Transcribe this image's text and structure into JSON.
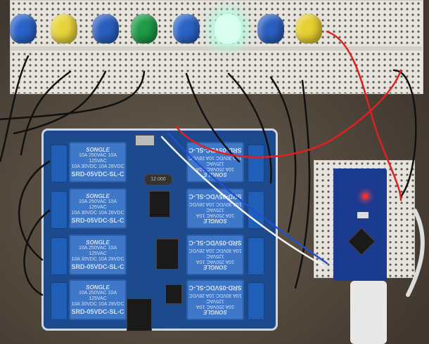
{
  "relay": {
    "brand": "SONGLE",
    "rating1": "10A 250VAC  10A 125VAC",
    "rating2": "10A 30VDC  10A 28VDC",
    "model": "SRD-05VDC-SL-C"
  },
  "crystal_label": "12.000",
  "leds": [
    {
      "color": "#2a63c8"
    },
    {
      "color": "#e8d43a"
    },
    {
      "color": "#2a5fc0"
    },
    {
      "color": "#1f9a45"
    },
    {
      "color": "#2a63c8"
    },
    {
      "color": "#d8fff0"
    },
    {
      "color": "#2a5fc0"
    },
    {
      "color": "#e6cf30"
    }
  ]
}
